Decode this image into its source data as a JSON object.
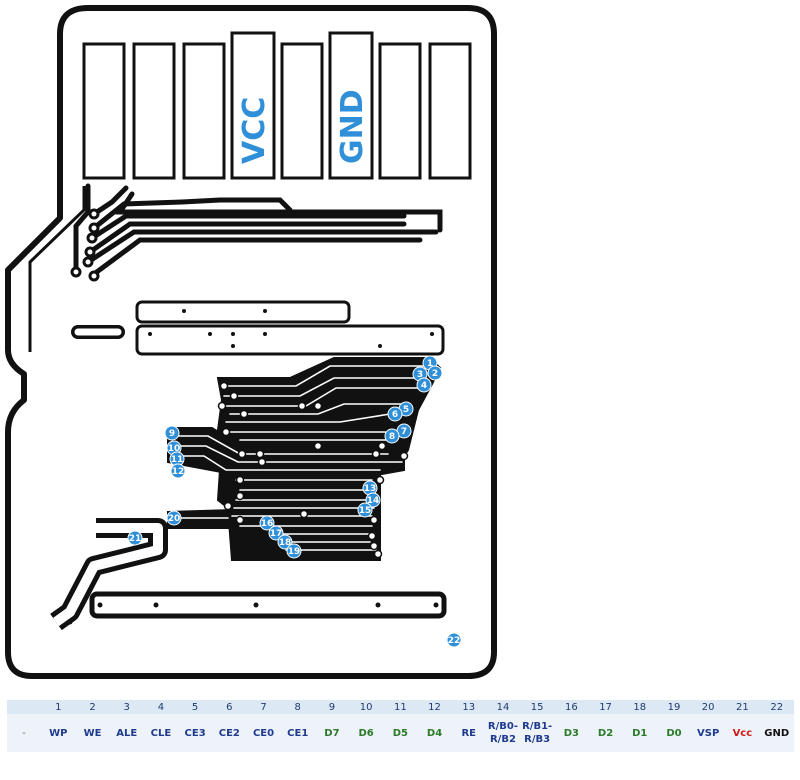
{
  "pads": {
    "vcc_label": "VCC",
    "gnd_label": "GND"
  },
  "colors": {
    "signal": "#1f3b8f",
    "data": "#2a7a2a",
    "vcc": "#d01818",
    "gnd": "#111111",
    "dash": "#777777",
    "marker": "#2f8fd8",
    "pad_text": "#2f8fd8"
  },
  "markers": [
    "1",
    "2",
    "3",
    "4",
    "5",
    "6",
    "7",
    "8",
    "9",
    "10",
    "11",
    "12",
    "13",
    "14",
    "15",
    "16",
    "17",
    "18",
    "19",
    "20",
    "21",
    "22"
  ],
  "pins": [
    {
      "num": "",
      "name": "-",
      "kind": "dash"
    },
    {
      "num": "1",
      "name": "WP",
      "kind": "signal"
    },
    {
      "num": "2",
      "name": "WE",
      "kind": "signal"
    },
    {
      "num": "3",
      "name": "ALE",
      "kind": "signal"
    },
    {
      "num": "4",
      "name": "CLE",
      "kind": "signal"
    },
    {
      "num": "5",
      "name": "CE3",
      "kind": "signal"
    },
    {
      "num": "6",
      "name": "CE2",
      "kind": "signal"
    },
    {
      "num": "7",
      "name": "CE0",
      "kind": "signal"
    },
    {
      "num": "8",
      "name": "CE1",
      "kind": "signal"
    },
    {
      "num": "9",
      "name": "D7",
      "kind": "data"
    },
    {
      "num": "10",
      "name": "D6",
      "kind": "data"
    },
    {
      "num": "11",
      "name": "D5",
      "kind": "data"
    },
    {
      "num": "12",
      "name": "D4",
      "kind": "data"
    },
    {
      "num": "13",
      "name": "RE",
      "kind": "signal"
    },
    {
      "num": "14",
      "name": "R/B0-\nR/B2",
      "kind": "signal"
    },
    {
      "num": "15",
      "name": "R/B1-\nR/B3",
      "kind": "signal"
    },
    {
      "num": "16",
      "name": "D3",
      "kind": "data"
    },
    {
      "num": "17",
      "name": "D2",
      "kind": "data"
    },
    {
      "num": "18",
      "name": "D1",
      "kind": "data"
    },
    {
      "num": "19",
      "name": "D0",
      "kind": "data"
    },
    {
      "num": "20",
      "name": "VSP",
      "kind": "signal"
    },
    {
      "num": "21",
      "name": "Vcc",
      "kind": "vcc"
    },
    {
      "num": "22",
      "name": "GND",
      "kind": "gnd"
    }
  ]
}
